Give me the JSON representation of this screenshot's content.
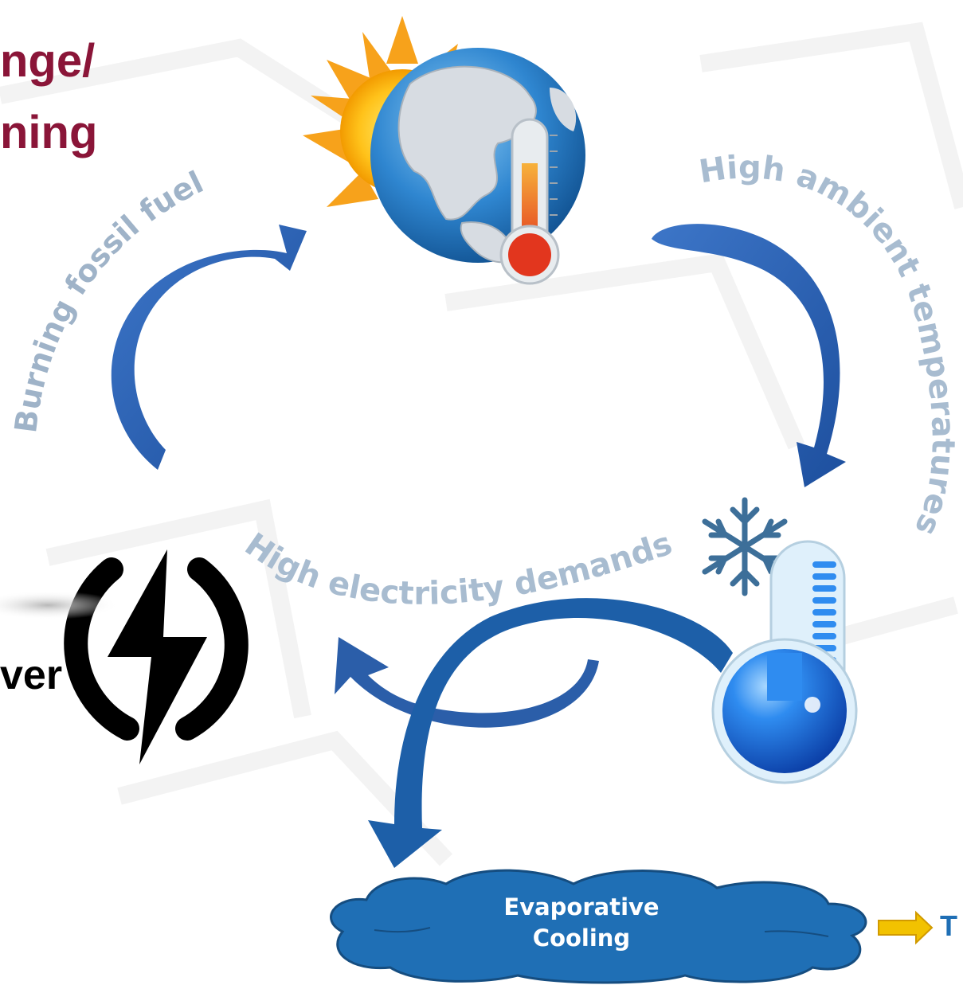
{
  "title": {
    "line1": "nge/",
    "line2": "ning"
  },
  "arc_labels": {
    "burning": "Burning fossil fuels",
    "ambient": "High ambient temperatures",
    "electricity": "High electricity demands"
  },
  "power_label": "ver",
  "cloud_label": {
    "line1": "Evaporative",
    "line2": "Cooling"
  },
  "tail_label": "T",
  "colors": {
    "title": "#8a1538",
    "arrow": "#2f65b8",
    "arc_text": "#9fb3c8",
    "cloud": "#1f6fb5",
    "small_arrow": "#f2c200"
  },
  "icons": [
    "earth-globe-icon",
    "sun-icon",
    "warm-thermometer-icon",
    "power-bolt-icon",
    "snowflake-icon",
    "cold-thermometer-icon",
    "cloud-icon"
  ]
}
